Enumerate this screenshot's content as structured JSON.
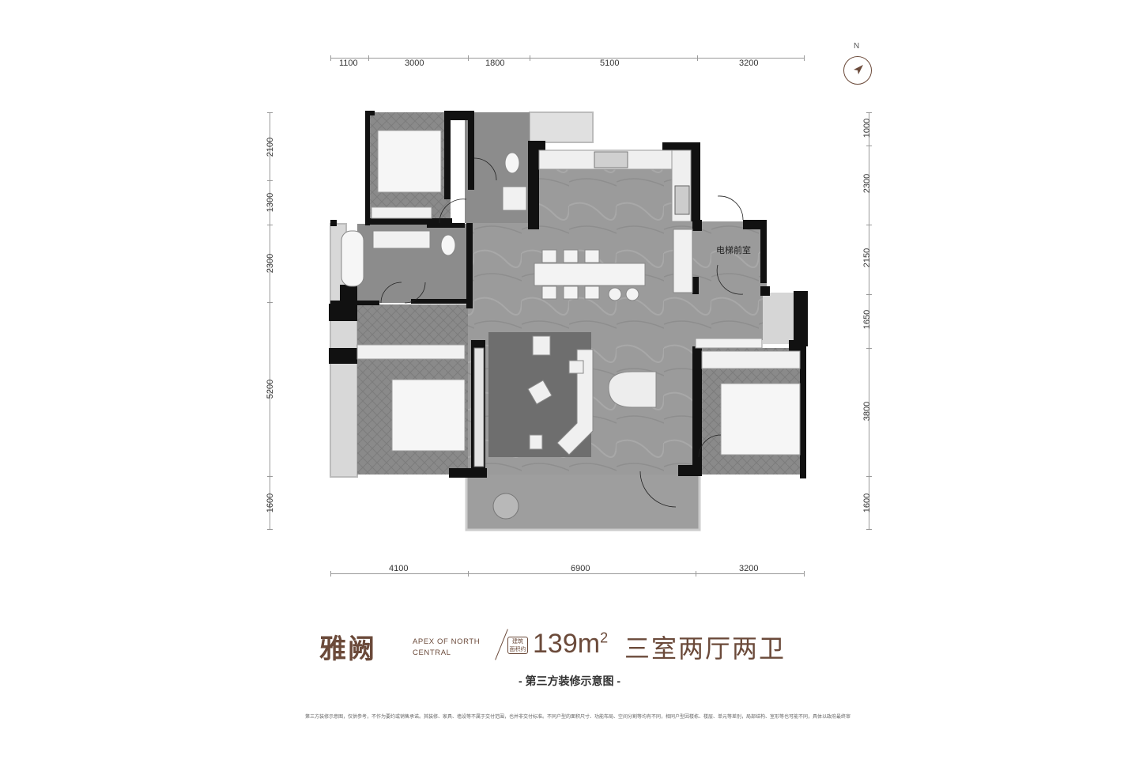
{
  "dimensions": {
    "top": [
      "1100",
      "3000",
      "1800",
      "5100",
      "3200"
    ],
    "bottom": [
      "4100",
      "6900",
      "3200"
    ],
    "left": [
      "2100",
      "1300",
      "2300",
      "5200",
      "1600"
    ],
    "right": [
      "1000",
      "2300",
      "2150",
      "1650",
      "3800",
      "1600"
    ]
  },
  "rooms": {
    "elevator_lobby": "电梯前室"
  },
  "compass": {
    "label": "N"
  },
  "title": {
    "name": "雅阙",
    "english_line1": "APEX OF NORTH",
    "english_line2": "CENTRAL",
    "badge_line1": "建筑",
    "badge_line2": "面积约",
    "area": "139m",
    "area_unit_sup": "2",
    "layout": "三室两厅两卫"
  },
  "subtitle": "- 第三方装修示意图 -",
  "disclaimer": "第三方装修示意图，仅供参考，不作为要约或销售承诺。其装修、家具、墙设等不属于交付范围，也并非交付标准。不同户型的面积尺寸、功能布局、空间分割等均有不同，相同户型因楼栋、楼层、单元等差别，局部结构、室形等也可能不同，具体以政府最终审定的图纸和销售合同为准。",
  "colors": {
    "wall": "#111111",
    "floor": "#8f8f8f",
    "accent": "#6b4a3a"
  }
}
